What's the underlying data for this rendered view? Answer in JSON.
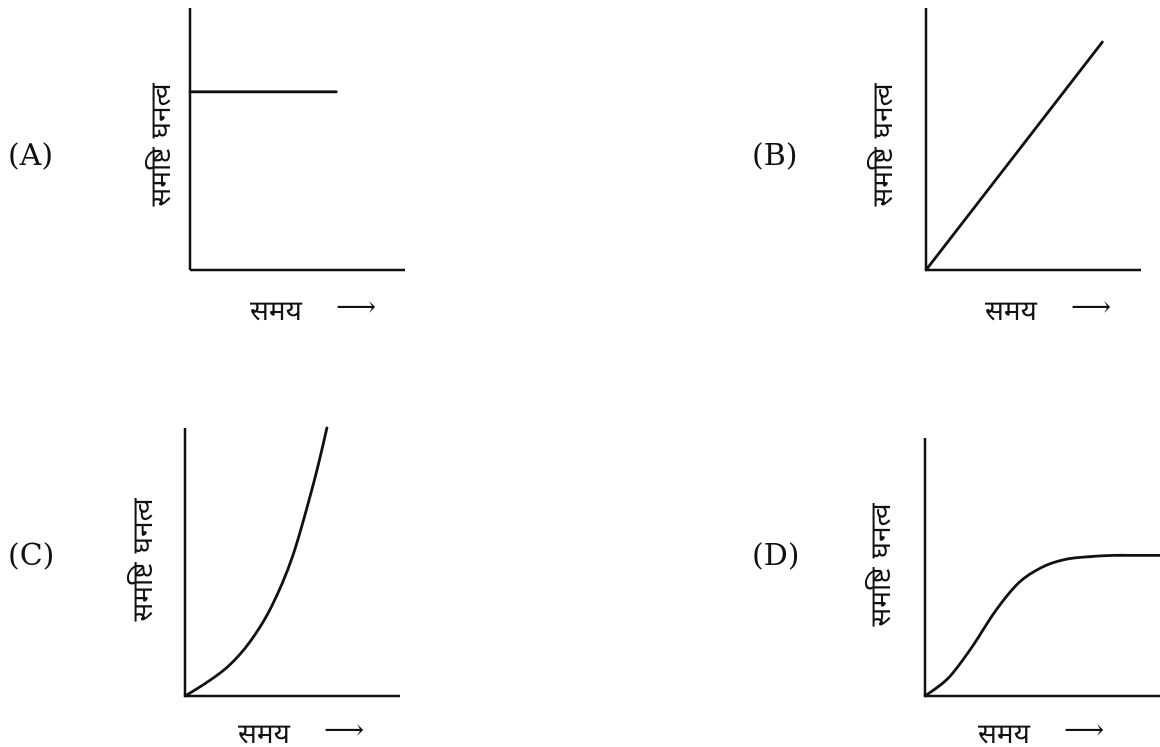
{
  "chart_data": [
    {
      "type": "line",
      "panel_label": "(A)",
      "ylabel": "समष्टि घनत्व",
      "xlabel": "समय",
      "x_arrow": "⟶",
      "series": [
        {
          "x": [
            0,
            0.68
          ],
          "y": [
            0.68,
            0.68
          ]
        }
      ],
      "xlim": [
        0,
        1
      ],
      "ylim": [
        0,
        1
      ],
      "grid": false
    },
    {
      "type": "line",
      "panel_label": "(B)",
      "ylabel": "समष्टि घनत्व",
      "xlabel": "समय",
      "x_arrow": "⟶",
      "series": [
        {
          "x": [
            0,
            0.82
          ],
          "y": [
            0,
            0.87
          ]
        }
      ],
      "xlim": [
        0,
        1
      ],
      "ylim": [
        0,
        1
      ],
      "grid": false
    },
    {
      "type": "line",
      "panel_label": "(C)",
      "ylabel": "समष्टि घनत्व",
      "xlabel": "समय",
      "x_arrow": "⟶",
      "series": [
        {
          "x": [
            0,
            0.1,
            0.2,
            0.3,
            0.4,
            0.5,
            0.6,
            0.66
          ],
          "y": [
            0,
            0.05,
            0.11,
            0.2,
            0.33,
            0.52,
            0.8,
            1.0
          ]
        }
      ],
      "xlim": [
        0,
        1
      ],
      "ylim": [
        0,
        1
      ],
      "grid": false
    },
    {
      "type": "line",
      "panel_label": "(D)",
      "ylabel": "समष्टि घनत्व",
      "xlabel": "समय",
      "x_arrow": "⟶",
      "series": [
        {
          "x": [
            0,
            0.1,
            0.2,
            0.3,
            0.4,
            0.5,
            0.6,
            0.7,
            0.8,
            0.9,
            1.0
          ],
          "y": [
            0,
            0.07,
            0.19,
            0.33,
            0.44,
            0.5,
            0.53,
            0.54,
            0.545,
            0.545,
            0.545
          ]
        }
      ],
      "xlim": [
        0,
        1
      ],
      "ylim": [
        0,
        1
      ],
      "grid": false
    }
  ]
}
